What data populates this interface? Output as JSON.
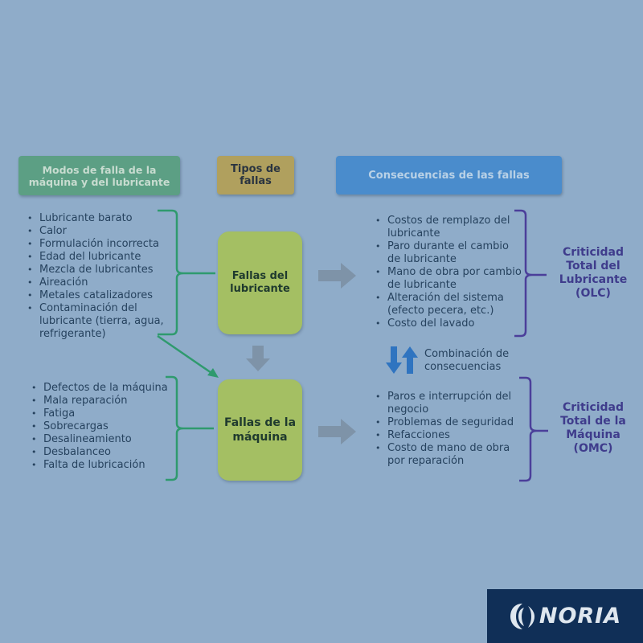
{
  "headers": {
    "modes": "Modos de falla de la máquina y del lubricante",
    "types": "Tipos de fallas",
    "consequences": "Consecuencias de las fallas"
  },
  "lubricant_causes": [
    "Lubricante barato",
    "Calor",
    "Formulación incorrecta",
    "Edad del lubricante",
    "Mezcla de lubricantes",
    "Aireación",
    "Metales catalizadores",
    "Contaminación del lubricante (tierra, agua, refrigerante)"
  ],
  "machine_causes": [
    "Defectos de la máquina",
    "Mala reparación",
    "Fatiga",
    "Sobrecargas",
    "Desalineamiento",
    "Desbalanceo",
    "Falta de lubricación"
  ],
  "failure_types": {
    "lubricant": "Fallas del lubricante",
    "machine": "Fallas de la máquina"
  },
  "lubricant_consequences": [
    "Costos de remplazo del lubricante",
    "Paro durante el cambio de lubricante",
    "Mano de obra por cambio de lubricante",
    "Alteración del sistema (efecto pecera, etc.)",
    "Costo del lavado"
  ],
  "machine_consequences": [
    "Paros e interrupción del negocio",
    "Problemas de seguridad",
    "Refacciones",
    "Costo de mano de obra por reparación"
  ],
  "combination_label": "Combinación de consecuencias",
  "criticality": {
    "olc": "Criticidad Total del Lubricante (OLC)",
    "omc": "Criticidad Total de la Máquina (OMC)"
  },
  "logo": {
    "name": "NORIA",
    "icon": "noria-swirl-icon"
  },
  "colors": {
    "background": "#8facc9",
    "green_header": "#5c9f84",
    "olive_header": "#b0a05e",
    "blue_header": "#4a8ccc",
    "green_box": "#a4bf63",
    "green_bracket": "#2f9a6e",
    "purple_bracket": "#4b3f9a",
    "criticality_text": "#3f3c8c",
    "arrow_gray": "#7e93a8",
    "arrow_blue": "#2f74c0",
    "logo_bg": "#102f57"
  }
}
